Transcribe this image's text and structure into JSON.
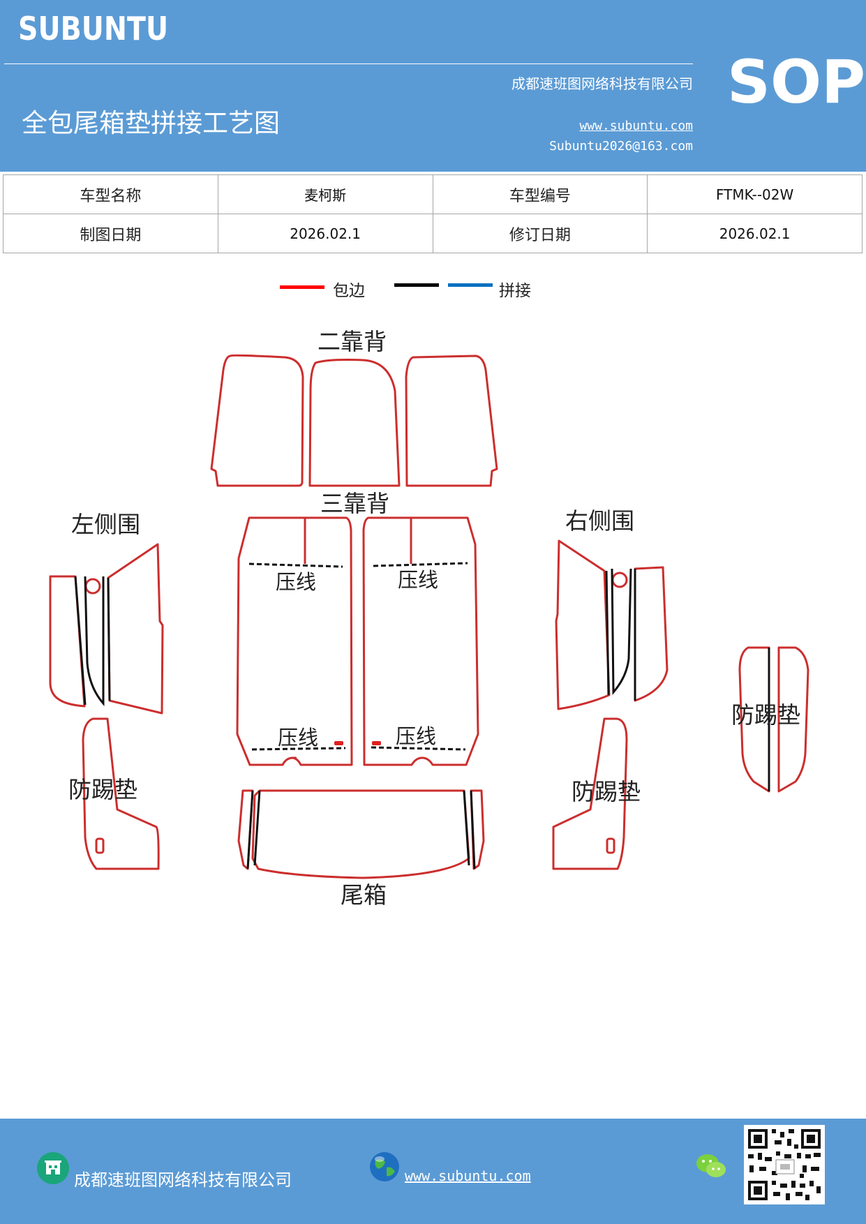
{
  "header": {
    "logo": "SUBUNTU",
    "company": "成都速班图网络科技有限公司",
    "title": "全包尾箱垫拼接工艺图",
    "website": "www.subuntu.com",
    "email": "Subuntu2026@163.com",
    "badge": "SOP"
  },
  "info_table": {
    "rows": [
      [
        "车型名称",
        "麦柯斯",
        "车型编号",
        "FTMK--02W"
      ],
      [
        "制图日期",
        "2026.02.1",
        "修订日期",
        "2026.02.1"
      ]
    ]
  },
  "legend": {
    "wrap_label": "包边",
    "splice_label": "拼接",
    "colors": {
      "wrap": "#ff0000",
      "black": "#000000",
      "splice": "#0070c0"
    }
  },
  "diagram": {
    "labels": {
      "second_back": "二靠背",
      "third_back": "三靠背",
      "left_side": "左侧围",
      "right_side": "右侧围",
      "press_line": "压线",
      "kick_mat": "防踢垫",
      "trunk": "尾箱"
    },
    "outline_color": "#cc2e2e"
  },
  "footer": {
    "company": "成都速班图网络科技有限公司",
    "website": "www.subuntu.com "
  },
  "icons": [
    "company-icon",
    "globe-icon",
    "wechat-icon",
    "qr-code"
  ]
}
